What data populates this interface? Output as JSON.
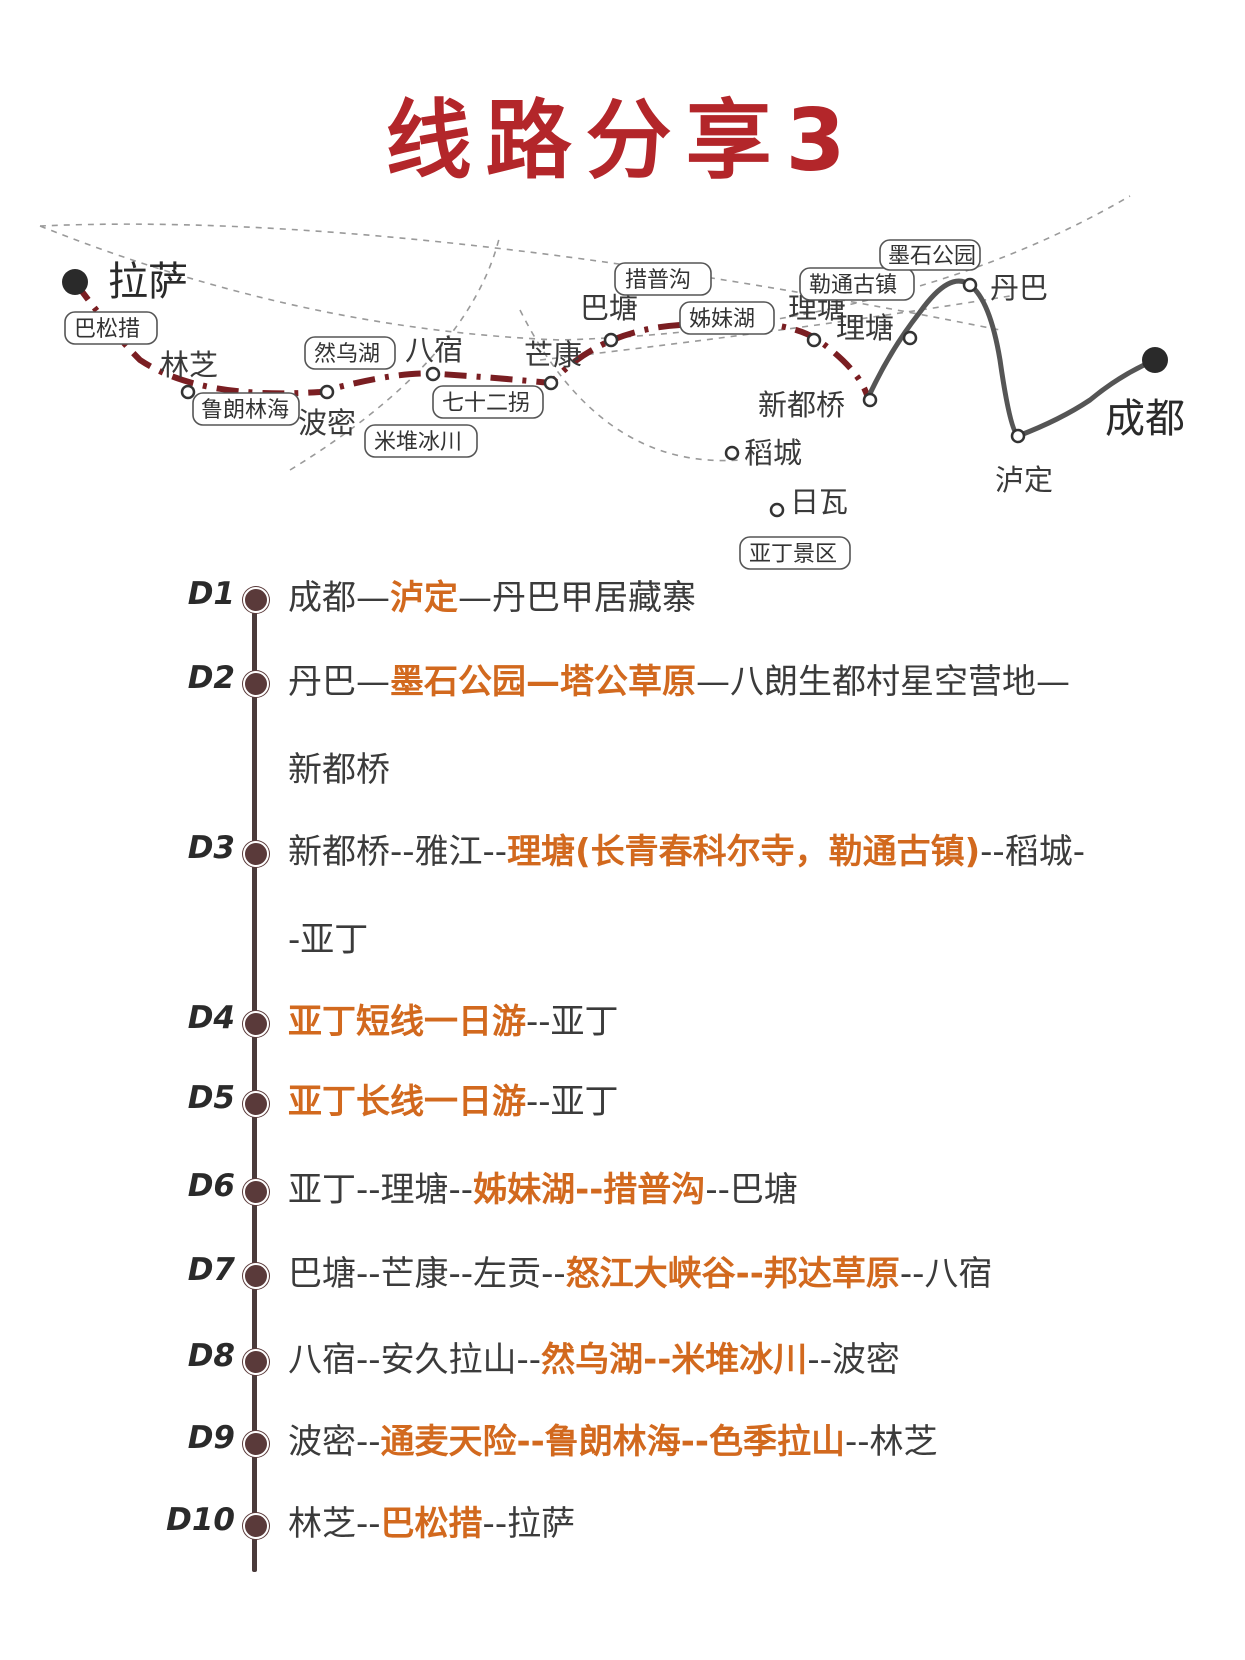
{
  "title": "线路分享3",
  "colors": {
    "title": "#b3262a",
    "highlight": "#d2691e",
    "route_red": "#7a1e22",
    "route_gray": "#555555",
    "timeline": "#4a3b3b"
  },
  "map": {
    "places": {
      "lhasa": "拉萨",
      "chengdu": "成都",
      "linzhi": "林芝",
      "bomi": "波密",
      "basu": "八宿",
      "mangkang": "芒康",
      "batang": "巴塘",
      "litang_a": "理塘",
      "litang_b": "理塘",
      "danba": "丹巴",
      "xindu": "新都桥",
      "daocheng": "稻城",
      "riwa": "日瓦",
      "luding": "泸定"
    },
    "tags": {
      "basongcuo": "巴松措",
      "lulang": "鲁朗林海",
      "ranwu": "然乌湖",
      "midui": "米堆冰川",
      "qishierguai": "七十二拐",
      "cuopugou": "措普沟",
      "zimeihu": "姊妹湖",
      "letong": "勒通古镇",
      "moshi": "墨石公园",
      "yading": "亚丁景区"
    }
  },
  "itinerary": [
    {
      "day": "D1",
      "segments": [
        {
          "text": "成都—",
          "hl": false
        },
        {
          "text": "泸定",
          "hl": true
        },
        {
          "text": "—丹巴甲居藏寨",
          "hl": false
        }
      ]
    },
    {
      "day": "D2",
      "segments": [
        {
          "text": "丹巴—",
          "hl": false
        },
        {
          "text": "墨石公园—塔公草原",
          "hl": true
        },
        {
          "text": "—八朗生都村星空营地—新都桥",
          "hl": false
        }
      ]
    },
    {
      "day": "D3",
      "segments": [
        {
          "text": "新都桥--雅江--",
          "hl": false
        },
        {
          "text": "理塘(长青春科尔寺，勒通古镇)",
          "hl": true
        },
        {
          "text": "--稻城--亚丁",
          "hl": false
        }
      ]
    },
    {
      "day": "D4",
      "segments": [
        {
          "text": "亚丁短线一日游",
          "hl": true
        },
        {
          "text": "--亚丁",
          "hl": false
        }
      ]
    },
    {
      "day": "D5",
      "segments": [
        {
          "text": "亚丁长线一日游",
          "hl": true
        },
        {
          "text": "--亚丁",
          "hl": false
        }
      ]
    },
    {
      "day": "D6",
      "segments": [
        {
          "text": "亚丁--理塘--",
          "hl": false
        },
        {
          "text": "姊妹湖--措普沟",
          "hl": true
        },
        {
          "text": "--巴塘",
          "hl": false
        }
      ]
    },
    {
      "day": "D7",
      "segments": [
        {
          "text": "巴塘--芒康--左贡--",
          "hl": false
        },
        {
          "text": "怒江大峡谷--邦达草原",
          "hl": true
        },
        {
          "text": "--八宿",
          "hl": false
        }
      ]
    },
    {
      "day": "D8",
      "segments": [
        {
          "text": "八宿--安久拉山--",
          "hl": false
        },
        {
          "text": "然乌湖--米堆冰川",
          "hl": true
        },
        {
          "text": "--波密",
          "hl": false
        }
      ]
    },
    {
      "day": "D9",
      "segments": [
        {
          "text": "波密--",
          "hl": false
        },
        {
          "text": "通麦天险--鲁朗林海--色季拉山",
          "hl": true
        },
        {
          "text": "--林芝",
          "hl": false
        }
      ]
    },
    {
      "day": "D10",
      "segments": [
        {
          "text": "林芝--",
          "hl": false
        },
        {
          "text": "巴松措",
          "hl": true
        },
        {
          "text": "--拉萨",
          "hl": false
        }
      ]
    }
  ]
}
